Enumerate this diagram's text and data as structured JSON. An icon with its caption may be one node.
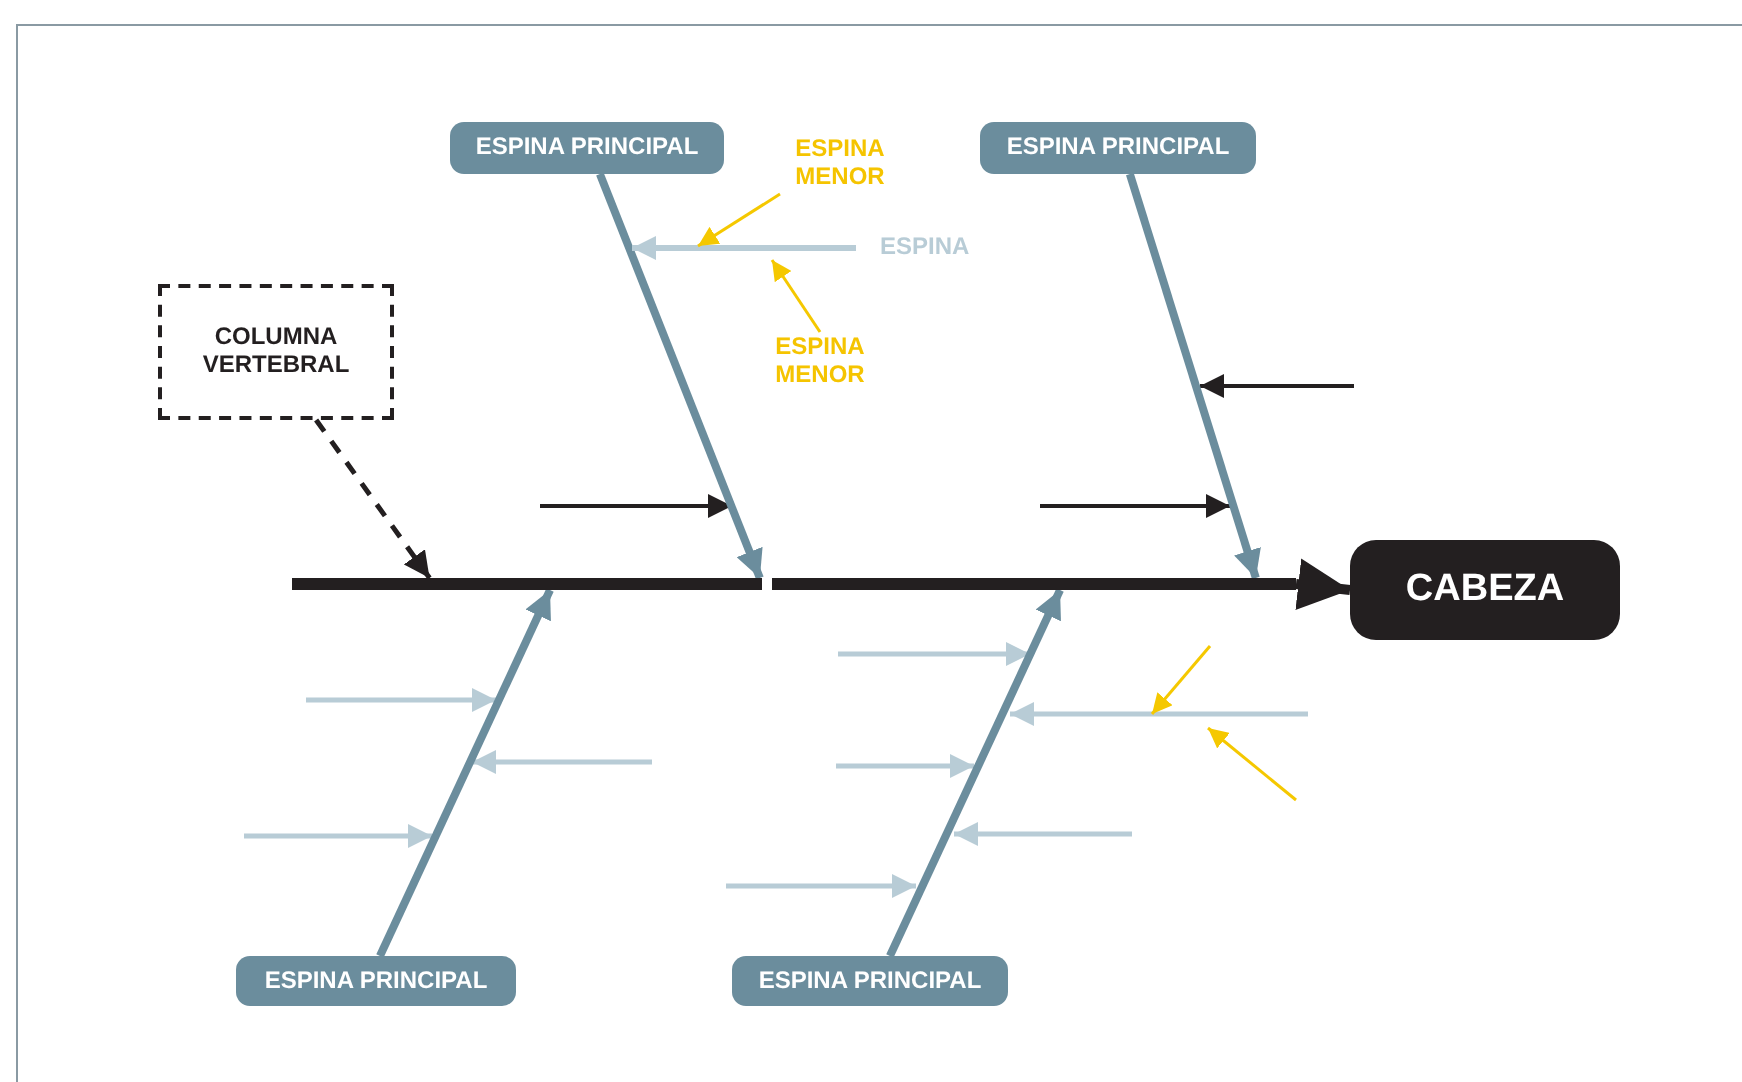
{
  "diagram": {
    "nodes": [
      {
        "text": [
          "ESPINA PRINCIPAL"
        ]
      },
      {
        "text": [
          "ESPINA MENOR"
        ]
      },
      {
        "text": [
          "ESPINA PRINCIPAL"
        ]
      },
      {
        "text": [
          "ESPINA"
        ]
      },
      {
        "text": [
          "COLUMNA VERTEBRAL"
        ]
      },
      {
        "text": [
          "ESPINA MENOR"
        ]
      },
      {
        "text": [],
        "shape": "bar"
      },
      {
        "text": [
          "CABEZA"
        ]
      },
      {
        "text": [
          "ESPINA PRINCIPAL"
        ]
      },
      {
        "text": [
          "ESPINA PRINCIPAL"
        ]
      }
    ],
    "edges": [
      {
        "from": 0,
        "to": 6,
        "arrow": "to"
      },
      {
        "from": 2,
        "to": 6,
        "arrow": "to"
      },
      {
        "from": 8,
        "to": 6,
        "arrow": "to"
      },
      {
        "from": 9,
        "to": 6,
        "arrow": "to"
      },
      {
        "from": 4,
        "to": 6,
        "arrow": "to",
        "style": "dashed",
        "color": "#231f20"
      },
      {
        "from": 6,
        "to": 7,
        "arrow": "to",
        "color": "#231f20"
      },
      {
        "from": 3,
        "to": null,
        "arrow": "to",
        "color": "#b8ccd6"
      },
      {
        "from": 1,
        "to": null,
        "arrow": "to",
        "color": "#f5c800"
      },
      {
        "from": 5,
        "to": null,
        "arrow": "to",
        "color": "#f5c800"
      }
    ]
  }
}
